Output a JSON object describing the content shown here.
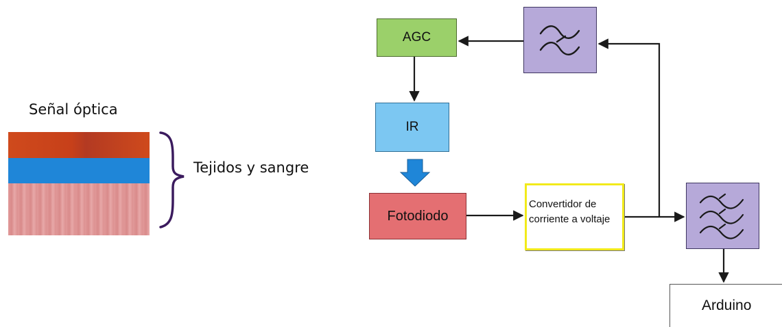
{
  "left_panel": {
    "title": "Señal óptica",
    "tissue_label": "Tejidos y sangre"
  },
  "blocks": {
    "agc": "AGC",
    "ir": "IR",
    "photodiode": "Fotodiodo",
    "converter": "Convertidor de corriente a voltaje",
    "arduino": "Arduino"
  },
  "colors": {
    "agc_fill": "#9bd06a",
    "ir_fill": "#7cc7f2",
    "photodiode_fill": "#e46f72",
    "filter_fill": "#b6a9d9",
    "converter_border": "#f2ea1a",
    "tissue_red": "#cf4a1c",
    "tissue_blue": "#1f86d8",
    "tissue_pink": "#e19a9a",
    "brace": "#3b1b5e",
    "light_arrow": "#1f86d8"
  },
  "icons": {
    "filter_top": "bandpass-filter-icon",
    "filter_bottom": "triple-filter-icon"
  }
}
